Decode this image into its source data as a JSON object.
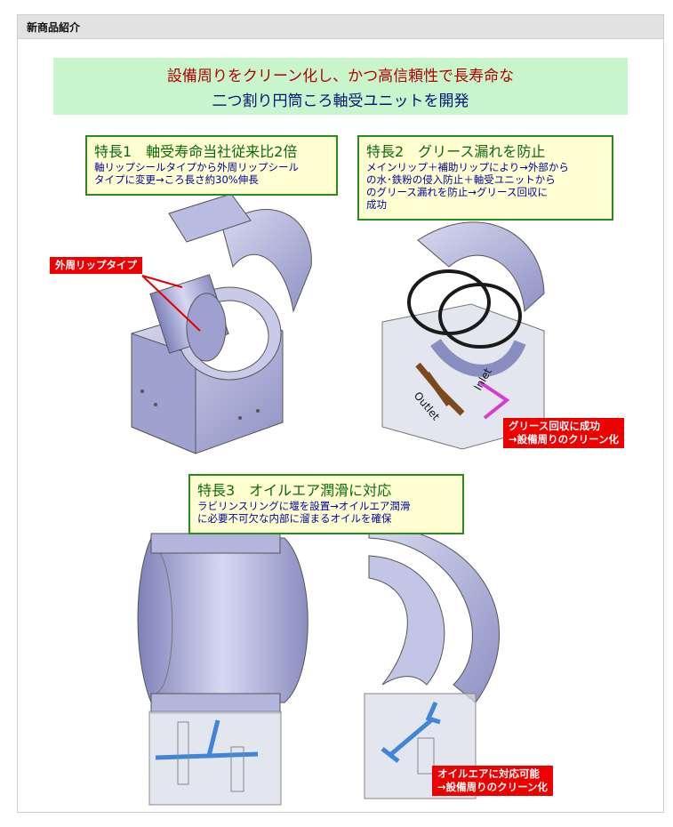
{
  "header": {
    "title": "新商品紹介"
  },
  "headline": {
    "line1": "設備周りをクリーン化し、かつ高信頼性で長寿命な",
    "line2": "二つ割り円筒ころ軸受ユニットを開発"
  },
  "features": [
    {
      "title": "特長1　軸受寿命当社従来比2倍",
      "desc_lines": [
        "軸リップシールタイプから外周リップシール",
        "タイプに変更→ころ長さ約30%伸長"
      ]
    },
    {
      "title": "特長2　グリース漏れを防止",
      "desc_lines": [
        "メインリップ＋補助リップにより→外部から",
        "の水･鉄粉の侵入防止＋軸受ユニットから",
        "のグリース漏れを防止→グリース回収に",
        "成功"
      ]
    },
    {
      "title": "特長3　オイルエア潤滑に対応",
      "desc_lines": [
        "ラビリンスリングに堰を設置→オイルエア潤滑",
        "に必要不可欠な内部に溜まるオイルを確保"
      ]
    }
  ],
  "callouts": {
    "lip_type": "外周リップタイプ",
    "grease_line1": "グリース回収に成功",
    "grease_line2": "→設備周りのクリーン化",
    "oil_line1": "オイルエアに対応可能",
    "oil_line2": "→設備周りのクリーン化"
  },
  "flow_labels": {
    "outlet": "Outlet",
    "inlet": "Inlet"
  },
  "colors": {
    "headline_red": "#b30000",
    "headline_blue": "#00147a",
    "feature_title_green": "#0a6a0a",
    "feature_text_blue": "#0000a0",
    "callout_red": "#ee0000",
    "housing_lavender": "#aeb0d8"
  }
}
